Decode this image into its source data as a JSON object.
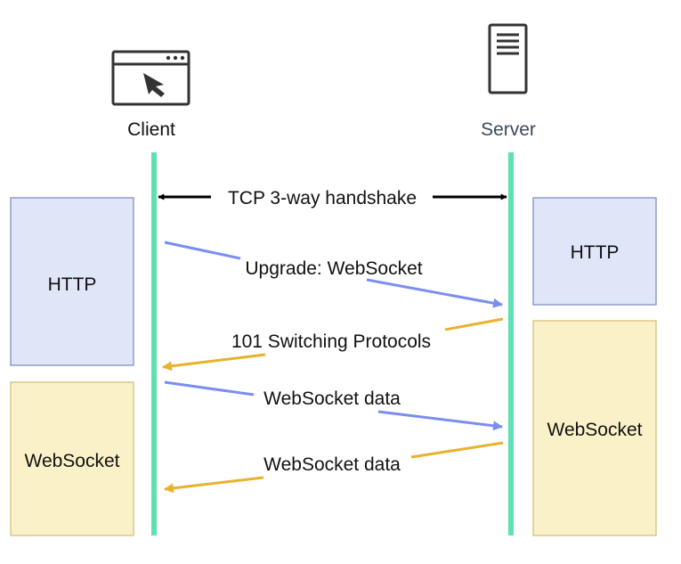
{
  "actors": {
    "client": "Client",
    "server": "Server"
  },
  "messages": {
    "handshake": "TCP 3-way handshake",
    "upgrade": "Upgrade: WebSocket",
    "switching": "101 Switching Protocols",
    "data_to_server": "WebSocket data",
    "data_to_client": "WebSocket data"
  },
  "phases": {
    "client_http": "HTTP",
    "client_websocket": "WebSocket",
    "server_http": "HTTP",
    "server_websocket": "WebSocket"
  },
  "colors": {
    "lifeline": "#5fe0b0",
    "request_arrow": "#7b8ef0",
    "response_arrow": "#e8b22e",
    "http_fill": "#dfe6f7",
    "http_stroke": "#7f90c8",
    "websocket_fill": "#fbf1c8",
    "websocket_stroke": "#d6c179"
  }
}
